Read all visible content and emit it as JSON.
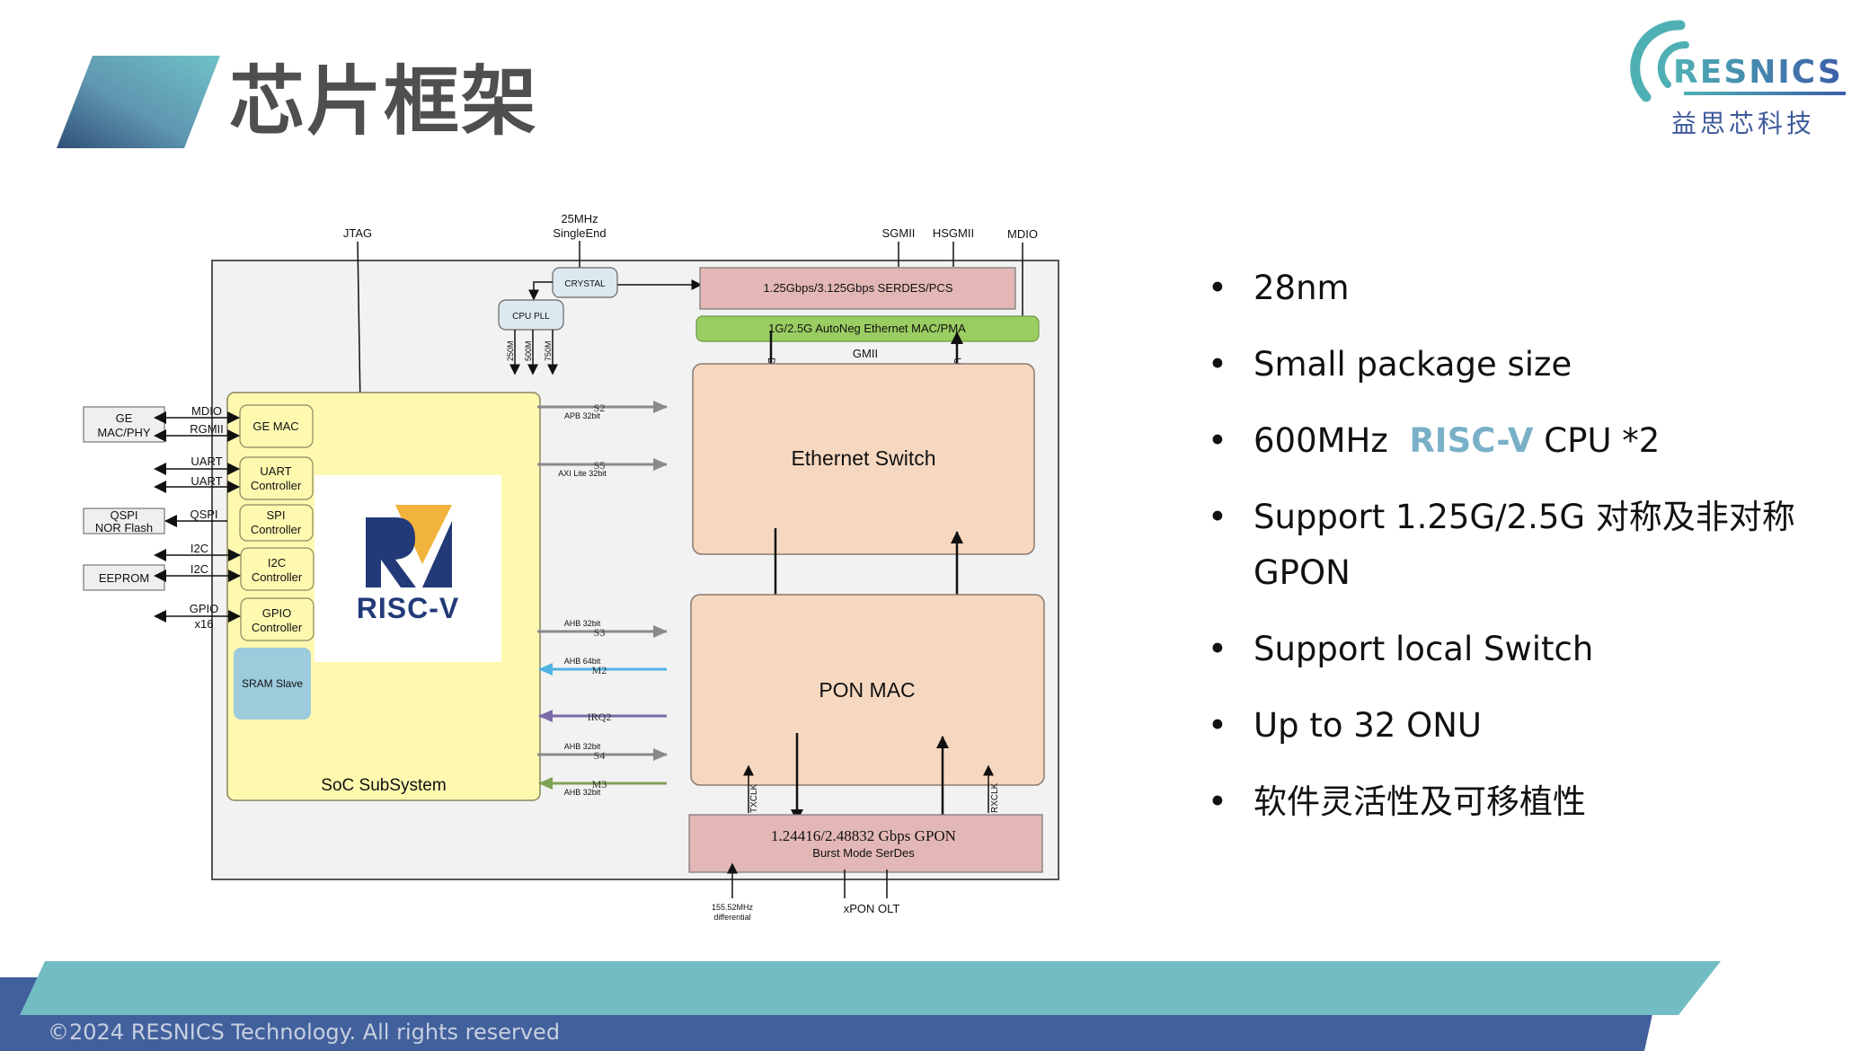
{
  "header": {
    "title": "芯片框架",
    "logo": {
      "brand": "RESNICS",
      "chinese_name": "益思芯科技"
    }
  },
  "diagram": {
    "external": {
      "jtag": "JTAG",
      "clock_in": [
        "25MHz",
        "SingleEnd"
      ],
      "sgmii": "SGMII",
      "hsgmii": "HSGMII",
      "mdio_top": "MDIO",
      "ge_mac_phy": [
        "GE",
        "MAC/PHY"
      ],
      "qspi_nor_flash": [
        "QSPI",
        "NOR Flash"
      ],
      "eeprom": "EEPROM",
      "ref_clock": [
        "155.52MHz",
        "differential"
      ],
      "xpon_olt": "xPON OLT"
    },
    "signals": {
      "mdio": "MDIO",
      "rgmii": "RGMII",
      "uart1": "UART",
      "uart2": "UART",
      "qspi": "QSPI",
      "i2c1": "I2C",
      "i2c2": "I2C",
      "gpio": [
        "GPIO",
        "x16"
      ],
      "gmii": "GMII",
      "ds": "DS",
      "us": "US",
      "txclk": "TXCLK",
      "rxclk": "RXCLK",
      "pll_outputs": [
        "250M",
        "500M",
        "750M"
      ]
    },
    "blocks": {
      "crystal": "CRYSTAL",
      "cpu_pll": "CPU PLL",
      "serdes_pcs": "1.25Gbps/3.125Gbps SERDES/PCS",
      "eth_mac_pma": "1G/2.5G AutoNeg Ethernet MAC/PMA",
      "ethernet_switch": "Ethernet Switch",
      "pon_mac": "PON MAC",
      "gpon_serdes": [
        "1.24416/2.48832 Gbps GPON",
        "Burst Mode SerDes"
      ],
      "soc_subsystem": "SoC SubSystem",
      "ge_mac": "GE MAC",
      "uart_controller": [
        "UART",
        "Controller"
      ],
      "spi_controller": [
        "SPI",
        "Controller"
      ],
      "i2c_controller": [
        "I2C",
        "Controller"
      ],
      "gpio_controller": [
        "GPIO",
        "Controller"
      ],
      "sram_slave": "SRAM Slave",
      "riscv_logo": "RISC-V"
    },
    "buses": [
      {
        "port": "S2",
        "type": "APB 32bit",
        "direction": "out",
        "color": "#8a8a8a"
      },
      {
        "port": "S5",
        "type": "AXI Lite 32bit",
        "direction": "out",
        "color": "#8a8a8a"
      },
      {
        "port": "S3",
        "type": "AHB 32bit",
        "direction": "out",
        "color": "#8a8a8a"
      },
      {
        "port": "M2",
        "type": "AHB 64bit",
        "direction": "in",
        "color": "#4fb3e3"
      },
      {
        "port": "IRQ2",
        "type": "",
        "direction": "in",
        "color": "#7b6aa8"
      },
      {
        "port": "S4",
        "type": "AHB 32bit",
        "direction": "out",
        "color": "#8a8a8a"
      },
      {
        "port": "M3",
        "type": "AHB 32bit",
        "direction": "in",
        "color": "#7fa254"
      }
    ]
  },
  "features": {
    "items": [
      {
        "text": "28nm"
      },
      {
        "text": "Small package size"
      },
      {
        "prefix": "600MHz  ",
        "highlight": "RISC-V",
        "suffix": " CPU *2"
      },
      {
        "text": "Support 1.25G/2.5G 对称及非对称 GPON"
      },
      {
        "text": "Support local Switch"
      },
      {
        "text": "Up to 32 ONU"
      },
      {
        "text": "软件灵活性及可移植性"
      }
    ],
    "bullet": "•"
  },
  "footer": {
    "copyright": "©2024 RESNICS Technology. All rights reserved"
  },
  "colors": {
    "title_text": "#4f4f4f",
    "accent_teal": "#72bcc4",
    "accent_blue": "#41609c",
    "highlight": "#79b0c8"
  }
}
